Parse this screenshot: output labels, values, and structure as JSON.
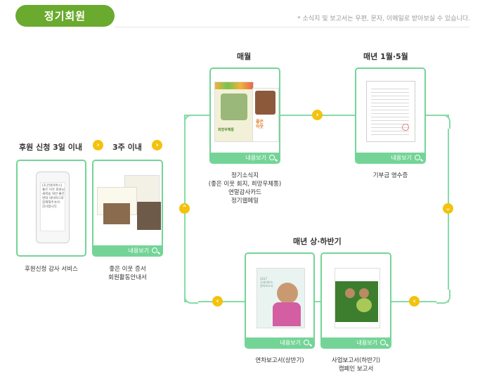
{
  "header": {
    "title": "정기회원",
    "notice": "* 소식지 및 보고서는 우편, 문자, 이메일로 받아보실 수 있습니다."
  },
  "steps": {
    "step1_title": "후원 신청 3일 이내",
    "step2_title": "3주 이내",
    "monthly_title": "매월",
    "yearly_title": "매년 1월·5월",
    "half_title": "매년 상·하반기"
  },
  "cards": {
    "view_label": "내용보기",
    "sms_text": "[초굿네이버스]\n좋은 이웃 회원님!\n새싹을 위한 좋은\n변화 네이버스와\n함께해주셔서\n감사합니다.",
    "cover_heemang": "희망우체통",
    "cover_joeun": "좋은\n이웃",
    "report_year": "2017\n굿네이버스\n연차보고서"
  },
  "captions": {
    "sms": "후원신청 감사 서비스",
    "welcome": [
      "좋은 이웃 증서",
      "회원활동안내서"
    ],
    "monthly": [
      "정기소식지",
      "(좋은 이웃 회지, 희망우체통)",
      "연말감사카드",
      "정기웹메일"
    ],
    "receipt": "기부금 영수증",
    "annual": "연차보고서(상반기)",
    "business": [
      "사업보고서(하반기)",
      "캠페인 보고서"
    ]
  },
  "colors": {
    "badge": "#6aaa2e",
    "card_border": "#74d497",
    "loop": "#86dca6",
    "arrow": "#f4c20d"
  }
}
